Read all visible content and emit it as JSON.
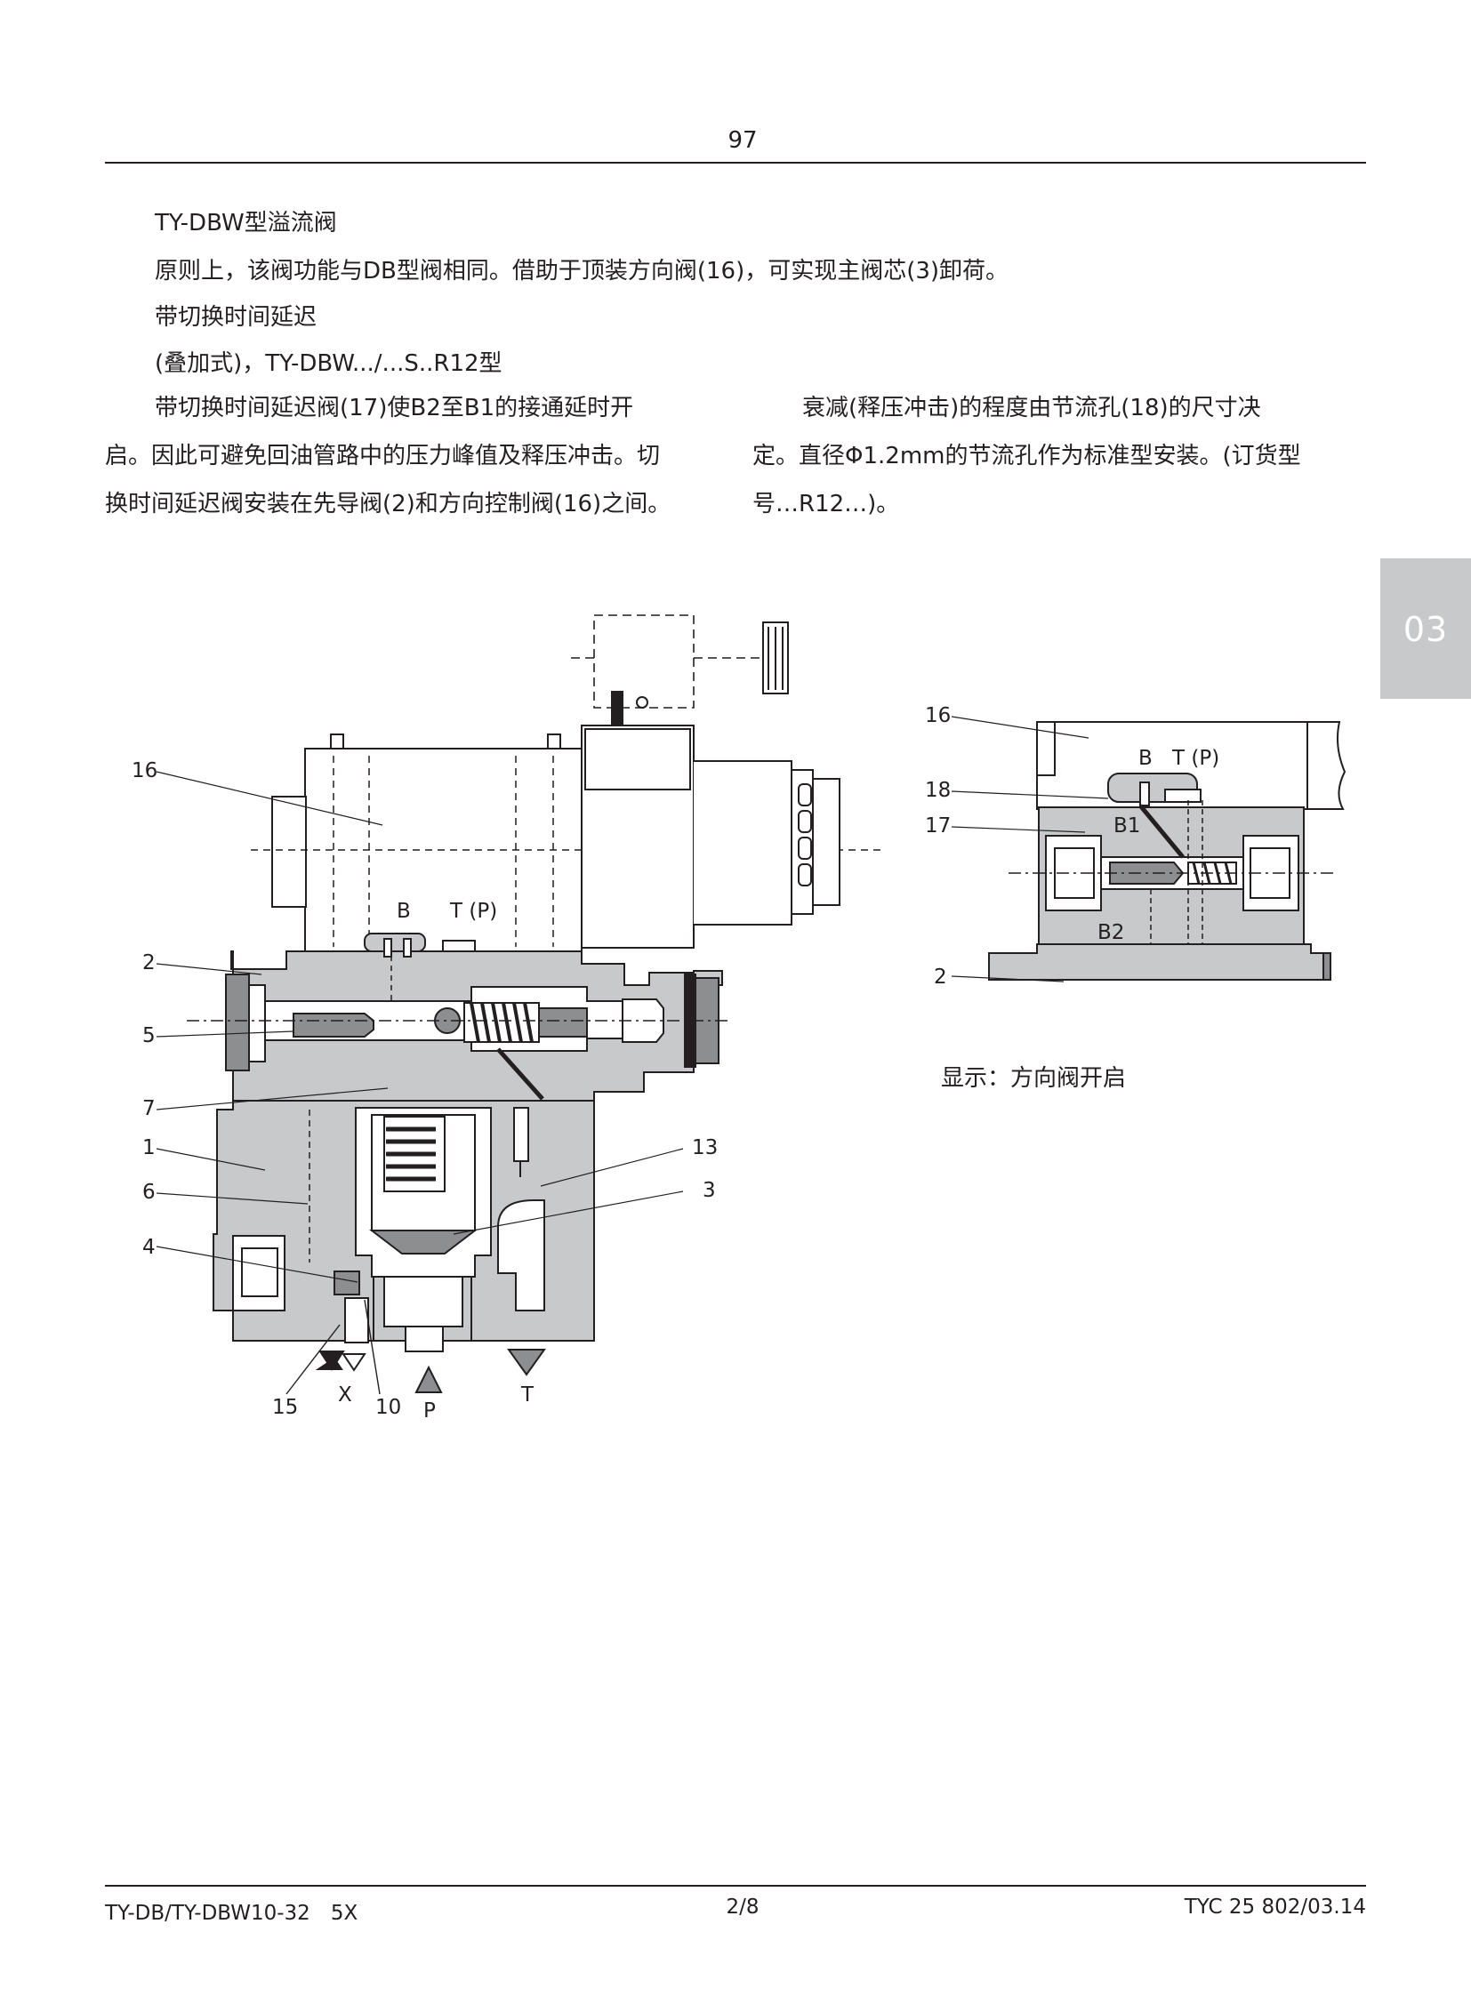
{
  "header": {
    "page_number": "97"
  },
  "side_tab": {
    "label": "03"
  },
  "intro": {
    "title": "TY-DBW型溢流阀",
    "line1": "原则上，该阀功能与DB型阀相同。借助于顶装方向阀(16)，可实现主阀芯(3)卸荷。",
    "line2": "带切换时间延迟",
    "line3": "(叠加式)，TY-DBW.../...S..R12型"
  },
  "left_column": {
    "lines": [
      "带切换时间延迟阀(17)使B2至B1的接通延时开",
      "启。因此可避免回油管路中的压力峰值及释压冲击。切",
      "换时间延迟阀安装在先导阀(2)和方向控制阀(16)之间。"
    ]
  },
  "right_column": {
    "lines": [
      "衰减(释压冲击)的程度由节流孔(18)的尺寸决",
      "定。直径Φ1.2mm的节流孔作为标准型安装。(订货型",
      "号…R12…)。"
    ]
  },
  "main_figure": {
    "callouts": [
      "16",
      "2",
      "5",
      "7",
      "1",
      "6",
      "4",
      "13",
      "3",
      "15",
      "10"
    ],
    "port_labels": {
      "b": "B",
      "t": "T (P)",
      "x": "X",
      "p": "P",
      "t_bottom": "T"
    }
  },
  "detail_figure": {
    "callouts": [
      "16",
      "18",
      "17",
      "2"
    ],
    "port_labels": {
      "b": "B",
      "t": "T (P)",
      "b1": "B1",
      "b2": "B2"
    },
    "caption": "显示：方向阀开启"
  },
  "footer": {
    "left": "TY-DB/TY-DBW10-32　5X",
    "center": "2/8",
    "right": "TYC 25 802/03.14"
  },
  "colors": {
    "text": "#231f20",
    "body_gray": "#c8c9ca",
    "dark_gray": "#8d8e90",
    "tab_gray": "#c8c9ca"
  }
}
